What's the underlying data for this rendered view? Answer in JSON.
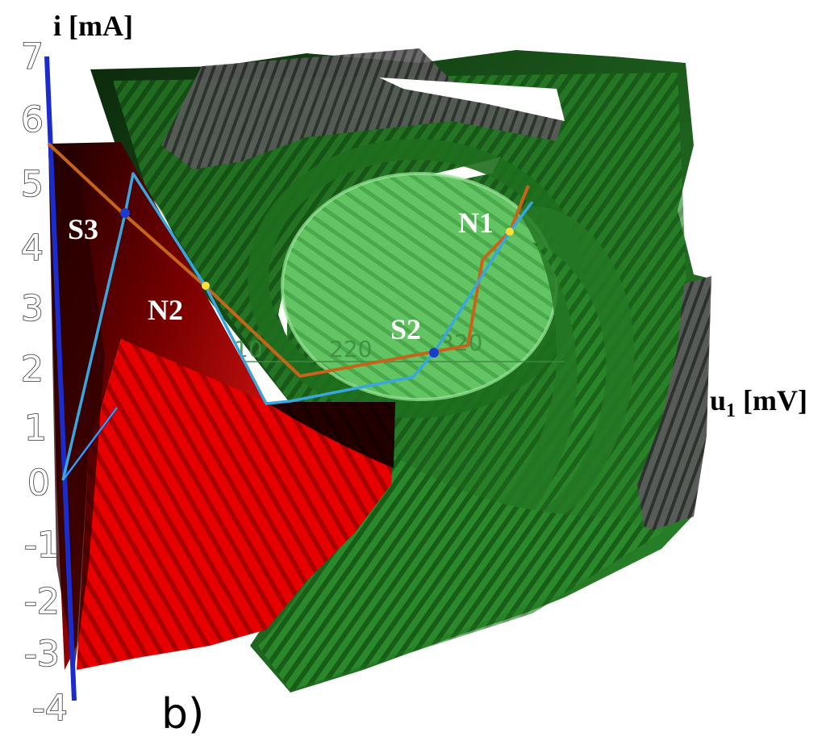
{
  "figure": {
    "panel_label": "b)",
    "axes": {
      "vertical_title": "i [mA]",
      "horizontal_title_main": "u",
      "horizontal_title_sub": "1",
      "horizontal_title_unit": " [mV]",
      "vertical_ticks": [
        "7",
        "6",
        "5",
        "4",
        "3",
        "2",
        "1",
        "0",
        "-1",
        "-2",
        "-3",
        "-4"
      ],
      "inner_ticks": [
        "10",
        "220",
        "320"
      ]
    },
    "points": [
      {
        "label": "S3",
        "color": "#1a3ccc"
      },
      {
        "label": "N2",
        "color": "#ffe033"
      },
      {
        "label": "S2",
        "color": "#1a3ccc"
      },
      {
        "label": "N1",
        "color": "#ffe033"
      }
    ],
    "colors": {
      "surface_red": "#e00000",
      "surface_dark_red": "#3a0000",
      "surface_green": "#2f9a2f",
      "surface_light_green": "#6fd06f",
      "surface_grey": "#6a6a6a",
      "orbit_orange": "#c8641a",
      "orbit_blue": "#3aa6e0",
      "axis_blue": "#1a2ccc"
    }
  }
}
